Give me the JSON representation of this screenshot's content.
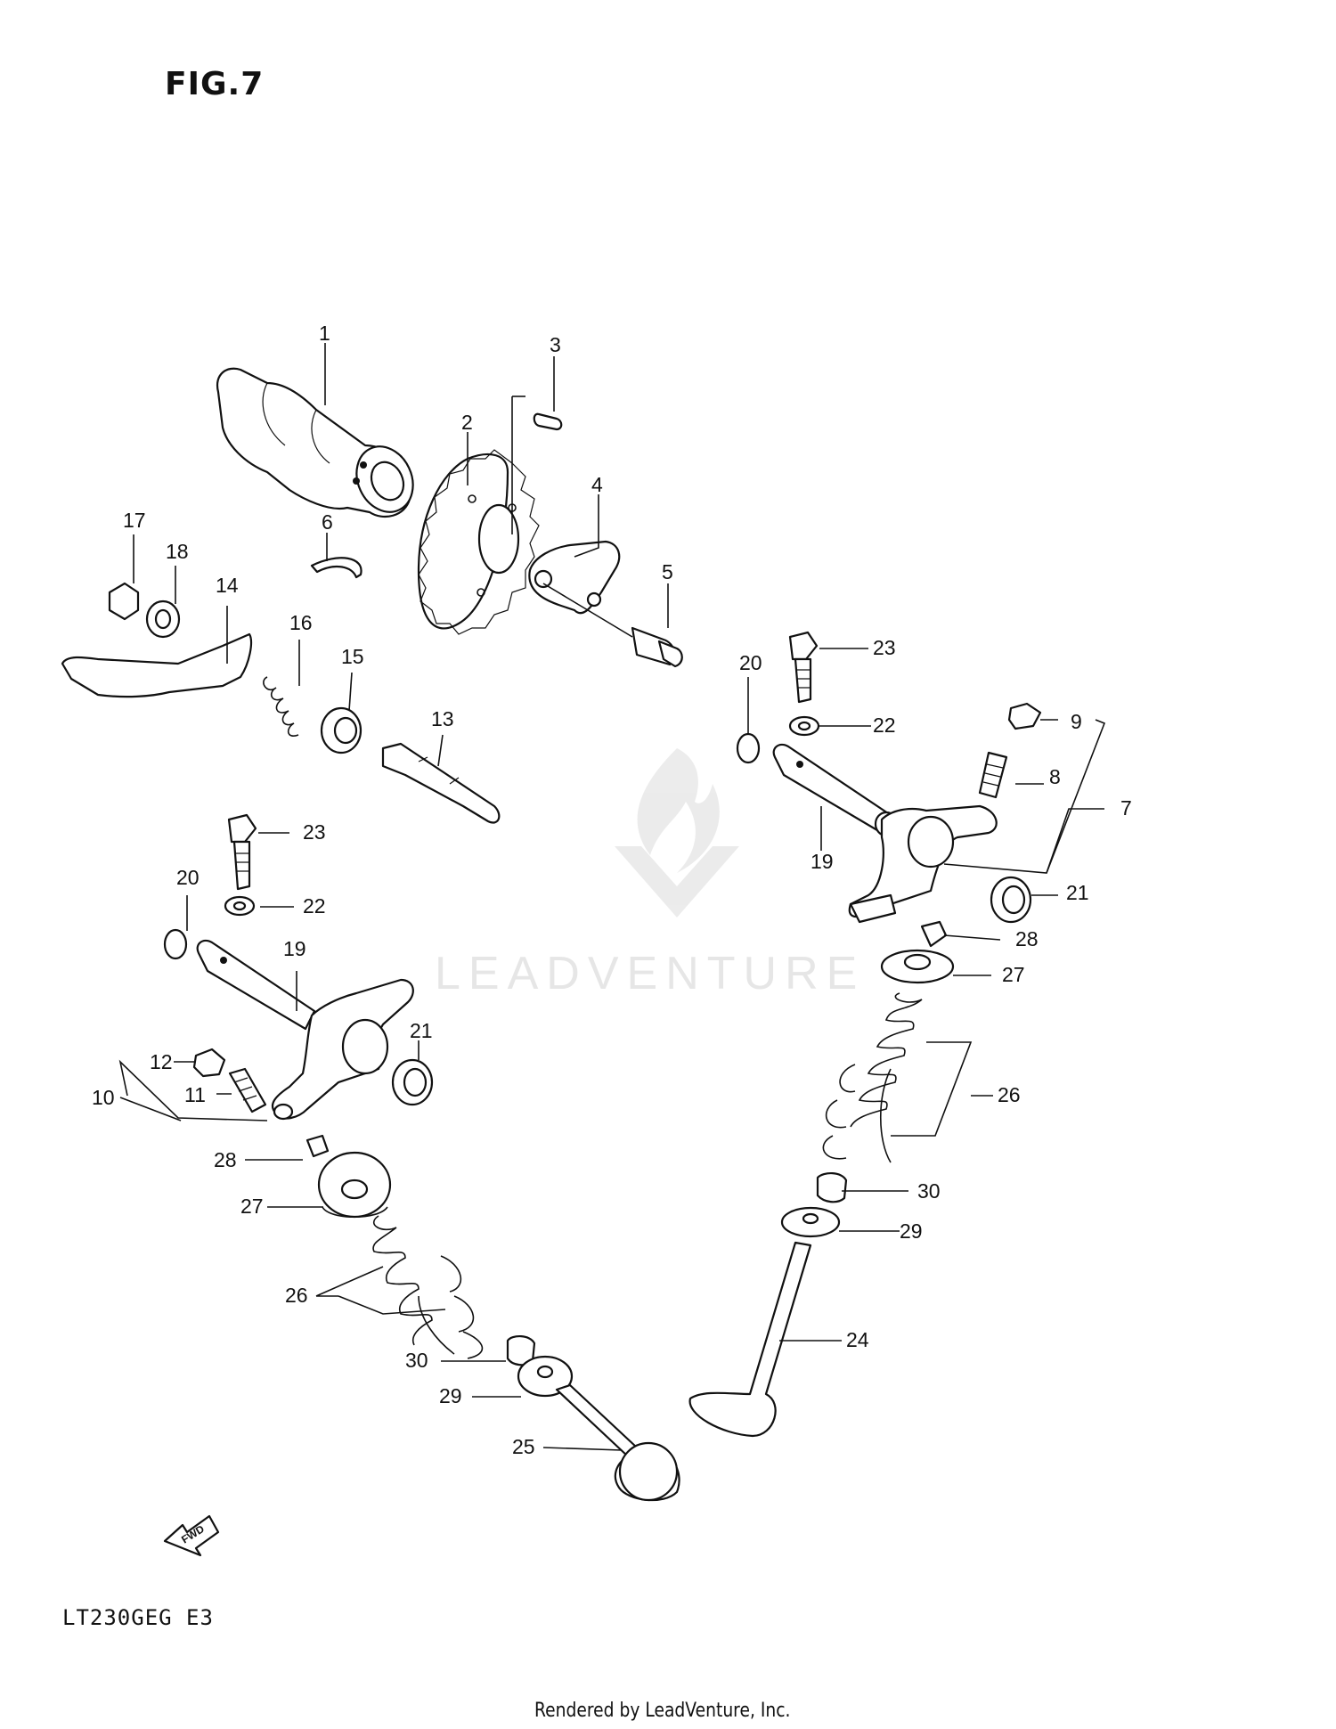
{
  "figure": {
    "title": "FIG.7"
  },
  "model_code": "LT230GEG E3",
  "footer": "Rendered by LeadVenture, Inc.",
  "watermark": {
    "text": "LEADVENTURE"
  },
  "fwd_arrow": {
    "label": "FWD"
  },
  "callouts": [
    {
      "id": "c1",
      "label": "1"
    },
    {
      "id": "c2",
      "label": "2"
    },
    {
      "id": "c3",
      "label": "3"
    },
    {
      "id": "c4",
      "label": "4"
    },
    {
      "id": "c5",
      "label": "5"
    },
    {
      "id": "c6",
      "label": "6"
    },
    {
      "id": "c7",
      "label": "7"
    },
    {
      "id": "c8",
      "label": "8"
    },
    {
      "id": "c9",
      "label": "9"
    },
    {
      "id": "c10",
      "label": "10"
    },
    {
      "id": "c11",
      "label": "11"
    },
    {
      "id": "c12",
      "label": "12"
    },
    {
      "id": "c13",
      "label": "13"
    },
    {
      "id": "c14",
      "label": "14"
    },
    {
      "id": "c15",
      "label": "15"
    },
    {
      "id": "c16",
      "label": "16"
    },
    {
      "id": "c17",
      "label": "17"
    },
    {
      "id": "c18",
      "label": "18"
    },
    {
      "id": "c19a",
      "label": "19"
    },
    {
      "id": "c19b",
      "label": "19"
    },
    {
      "id": "c20a",
      "label": "20"
    },
    {
      "id": "c20b",
      "label": "20"
    },
    {
      "id": "c21a",
      "label": "21"
    },
    {
      "id": "c21b",
      "label": "21"
    },
    {
      "id": "c22a",
      "label": "22"
    },
    {
      "id": "c22b",
      "label": "22"
    },
    {
      "id": "c23a",
      "label": "23"
    },
    {
      "id": "c23b",
      "label": "23"
    },
    {
      "id": "c24",
      "label": "24"
    },
    {
      "id": "c25",
      "label": "25"
    },
    {
      "id": "c26a",
      "label": "26"
    },
    {
      "id": "c26b",
      "label": "26"
    },
    {
      "id": "c27a",
      "label": "27"
    },
    {
      "id": "c27b",
      "label": "27"
    },
    {
      "id": "c28a",
      "label": "28"
    },
    {
      "id": "c28b",
      "label": "28"
    },
    {
      "id": "c29a",
      "label": "29"
    },
    {
      "id": "c29b",
      "label": "29"
    },
    {
      "id": "c30a",
      "label": "30"
    },
    {
      "id": "c30b",
      "label": "30"
    }
  ]
}
